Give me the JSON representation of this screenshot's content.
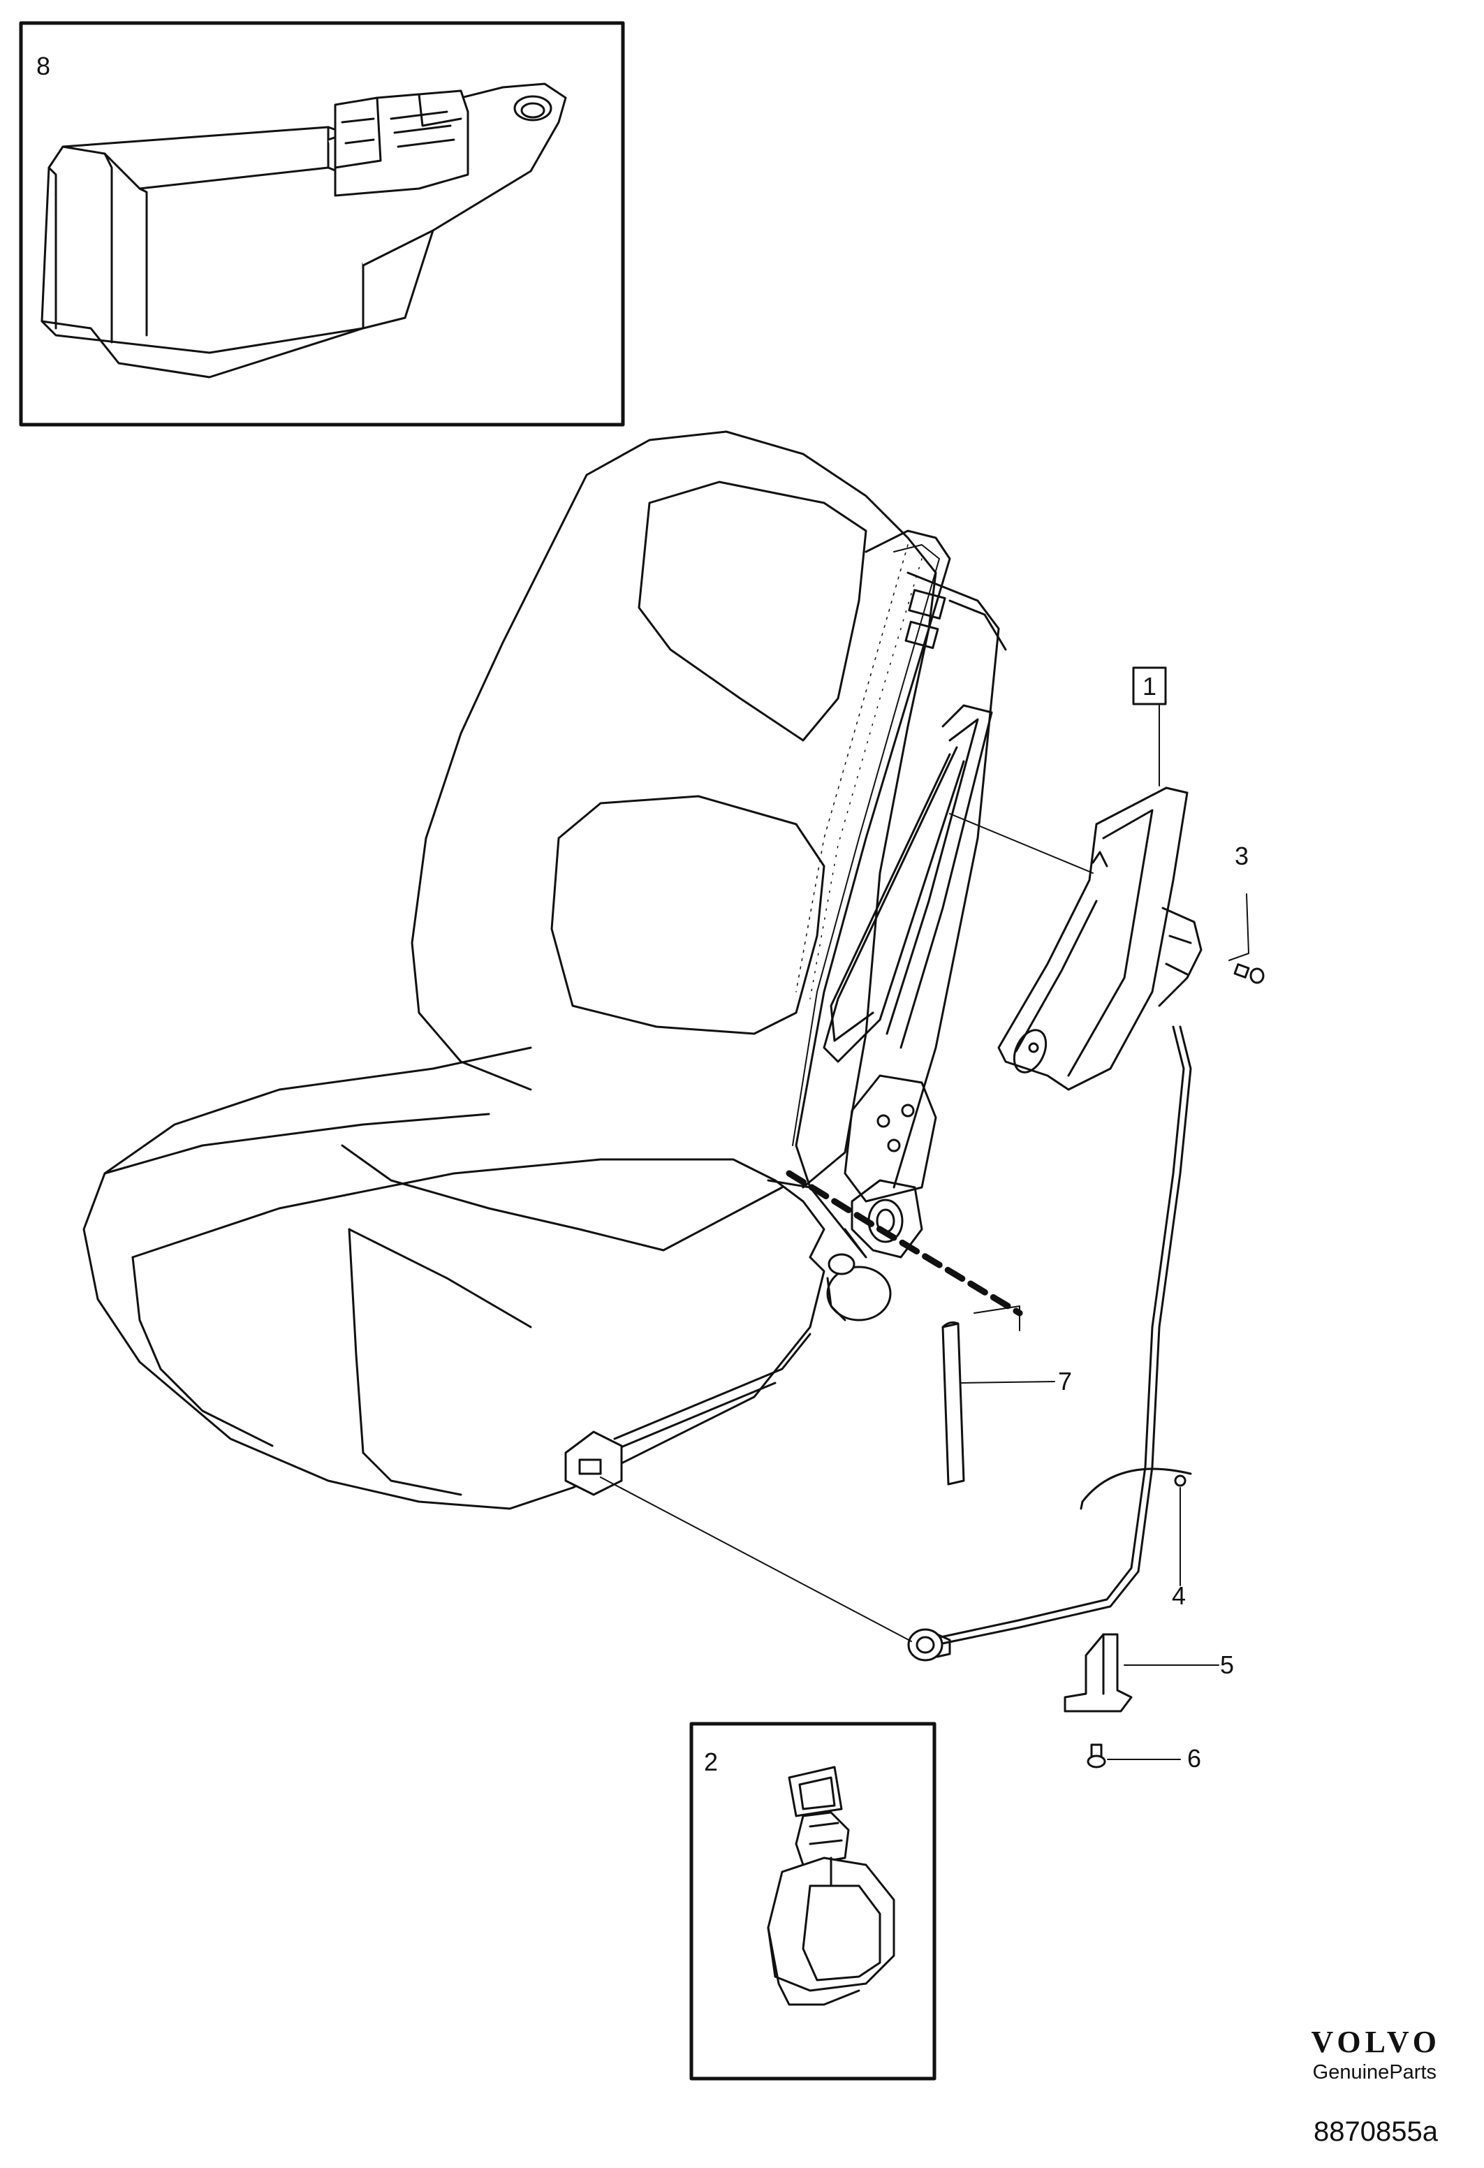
{
  "callouts": {
    "part_1": "1",
    "part_2": "2",
    "part_3": "3",
    "part_4": "4",
    "part_5": "5",
    "part_6": "6",
    "part_7": "7",
    "part_8": "8"
  },
  "brand": {
    "logo": "VOLVO",
    "tagline": "GenuineParts"
  },
  "reference_code": "8870855a"
}
